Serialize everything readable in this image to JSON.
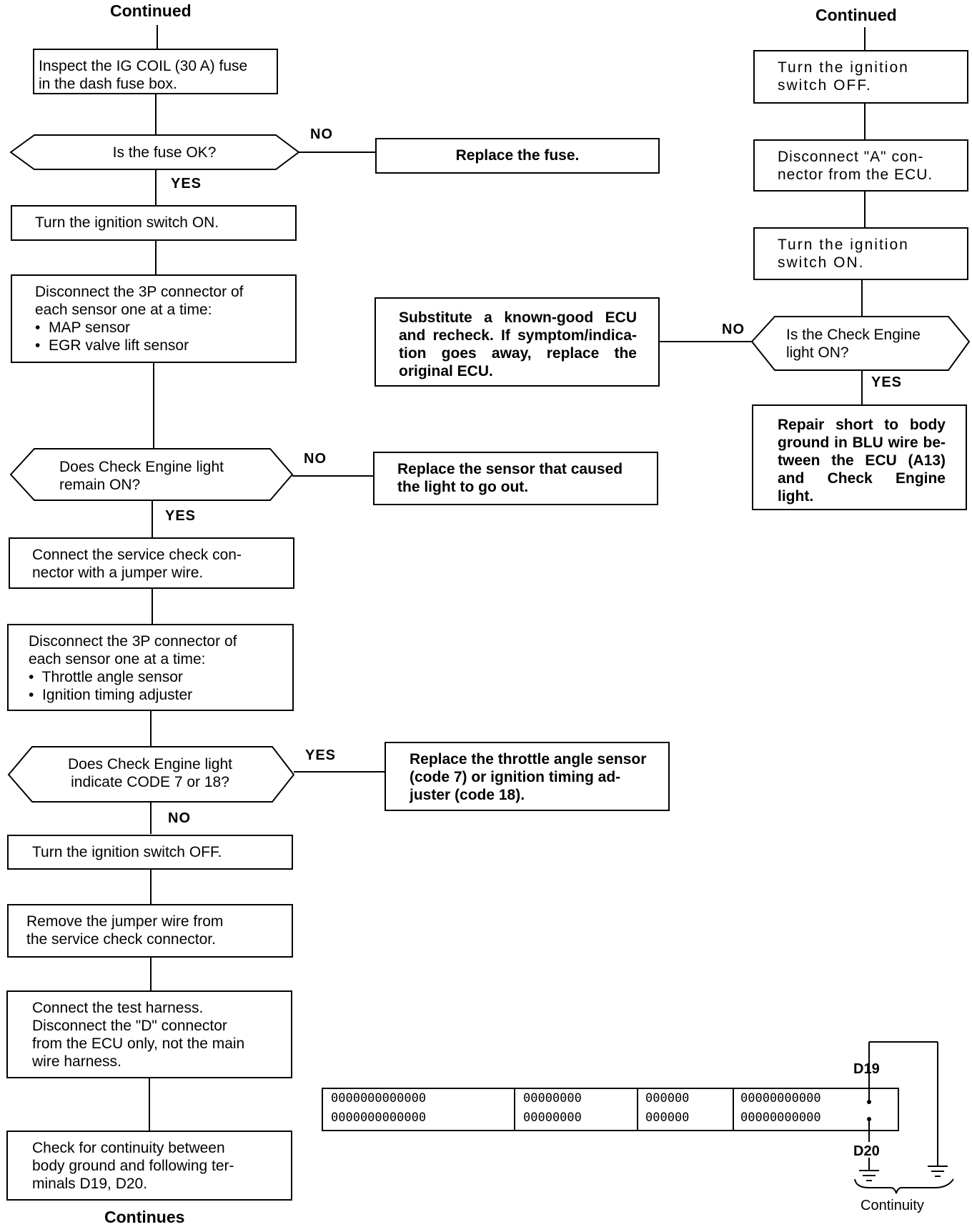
{
  "headings": {
    "top_left": "Continued",
    "top_right": "Continued",
    "bottom": "Continues"
  },
  "boxes": {
    "inspect_fuse": [
      "Inspect the IG COIL (30 A) fuse",
      "in the dash fuse box."
    ],
    "replace_fuse": [
      "Replace the fuse."
    ],
    "ignition_on_1": [
      "Turn the ignition switch ON."
    ],
    "disconnect_map_egr": [
      "Disconnect the 3P connector of",
      "each sensor one at a time:",
      "•  MAP sensor",
      "•  EGR valve lift sensor"
    ],
    "substitute_ecu": [
      "Substitute a known-good ECU",
      "and recheck. If symptom/indica-",
      "tion goes away, replace the",
      "original ECU."
    ],
    "replace_sensor": [
      "Replace the sensor that caused",
      "the light to go out."
    ],
    "connect_service": [
      "Connect the service check con-",
      "nector with a jumper wire."
    ],
    "disconnect_tps": [
      "Disconnect the 3P connector of",
      "each sensor one at a time:",
      "•  Throttle angle sensor",
      "•  Ignition timing adjuster"
    ],
    "replace_throttle": [
      "Replace the throttle angle sensor",
      "(code 7) or ignition timing ad-",
      "juster (code 18)."
    ],
    "ignition_off_1": [
      "Turn the ignition switch OFF."
    ],
    "remove_jumper": [
      "Remove the jumper wire from",
      "the service check connector."
    ],
    "test_harness": [
      "Connect the test harness.",
      "Disconnect the \"D\" connector",
      "from the ECU only, not the main",
      "wire harness."
    ],
    "check_continuity": [
      "Check for continuity between",
      "body ground and following ter-",
      "minals D19, D20."
    ],
    "ignition_off_2": [
      "Turn the ignition",
      "switch OFF."
    ],
    "disconnect_a": [
      "Disconnect \"A\" con-",
      "nector from the ECU."
    ],
    "ignition_on_2": [
      "Turn the ignition",
      "switch ON."
    ],
    "repair_short": [
      "Repair short to body",
      "ground in BLU wire be-",
      "tween the ECU (A13)",
      "and Check Engine",
      "light."
    ]
  },
  "decisions": {
    "fuse_ok": [
      "Is the fuse OK?"
    ],
    "light_remain": [
      "Does Check Engine light",
      "remain ON?"
    ],
    "code_7_18": [
      "Does Check Engine light",
      "indicate CODE 7 or 18?"
    ],
    "light_on": [
      "Is the Check Engine",
      "light ON?"
    ]
  },
  "branch_labels": {
    "fuse_no": "NO",
    "fuse_yes": "YES",
    "remain_no": "NO",
    "remain_yes": "YES",
    "code_yes": "YES",
    "code_no": "NO",
    "light_no": "NO",
    "light_yes": "YES"
  },
  "connector": {
    "rows": [
      [
        "0000000000000",
        "00000000",
        "000000",
        "00000000000"
      ],
      [
        "0000000000000",
        "00000000",
        "000000",
        "00000000000"
      ]
    ],
    "pin_d19": "D19",
    "pin_d20": "D20",
    "continuity": "Continuity"
  }
}
